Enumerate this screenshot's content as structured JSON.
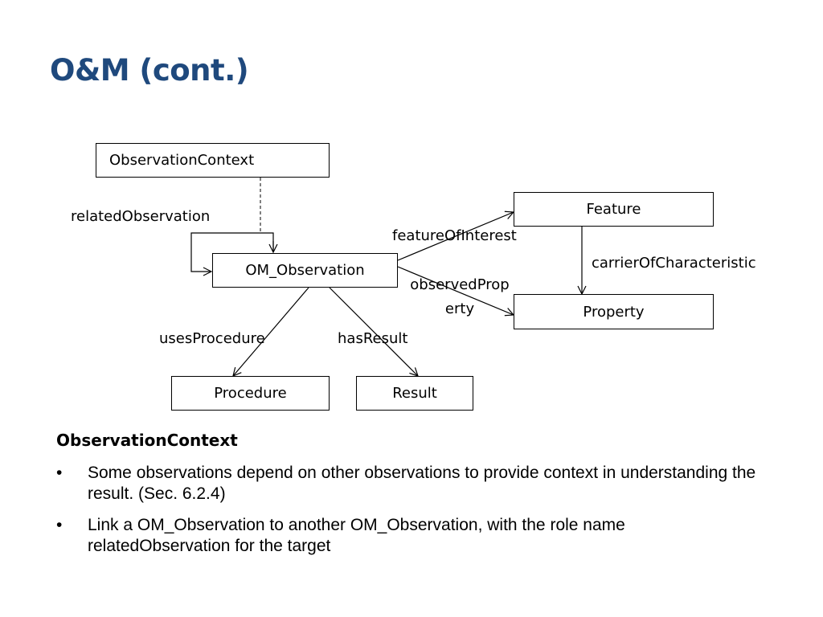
{
  "slide": {
    "title": "O&M (cont.)"
  },
  "diagram": {
    "boxes": {
      "observation_context": "ObservationContext",
      "om_observation": "OM_Observation",
      "feature": "Feature",
      "property": "Property",
      "procedure": "Procedure",
      "result": "Result"
    },
    "labels": {
      "related_observation": "relatedObservation",
      "feature_of_interest": "featureOfInterest",
      "carrier_of_characteristic": "carrierOfCharacteristic",
      "observed_property": "observedProperty",
      "uses_procedure": "usesProcedure",
      "has_result": "hasResult"
    }
  },
  "content": {
    "heading": "ObservationContext",
    "bullet_glyph": "•",
    "bullets": [
      "Some observations depend on other observations to provide context in understanding the result. (Sec. 6.2.4)",
      "Link a OM_Observation to another OM_Observation, with the role name relatedObservation for the target"
    ]
  }
}
